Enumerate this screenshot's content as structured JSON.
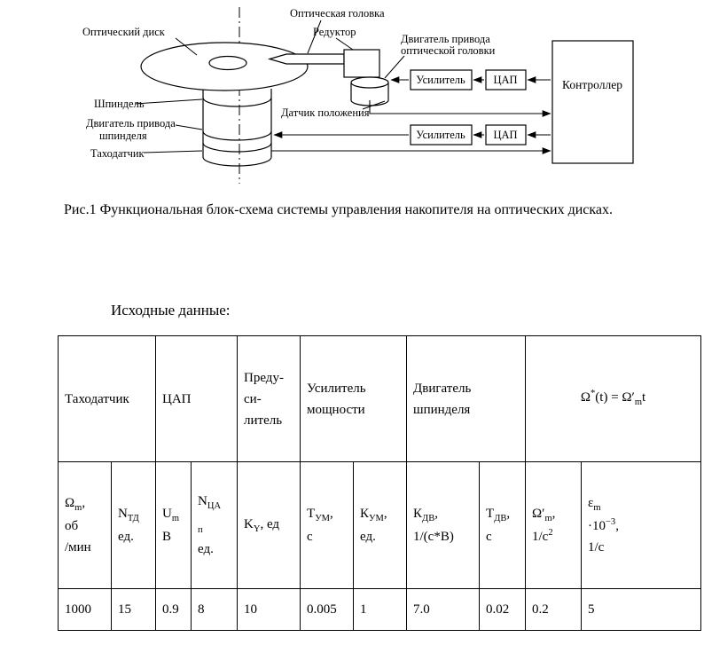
{
  "figure": {
    "caption": "Рис.1 Функциональная блок-схема системы управления накопителя на оптических дисках.",
    "labels": {
      "optical_head": "Оптическая головка",
      "optical_disk": "Оптический диск",
      "reducer": "Редуктор",
      "head_motor_1": "Двигатель привода",
      "head_motor_2": "оптической головки",
      "position_sensor": "Датчик положения",
      "spindle": "Шпиндель",
      "spindle_motor_1": "Двигатель привода",
      "spindle_motor_2": "шпинделя",
      "tachometer": "Таходатчик",
      "amplifier": "Усилитель",
      "dac": "ЦАП",
      "controller": "Контроллер"
    }
  },
  "section_heading": "Исходные данные:",
  "table": {
    "group_headers": {
      "tachometer": "Таходатчик",
      "dac": "ЦАП",
      "preamp": "Преду-<br>си-<br>литель",
      "power_amp": "Усилитель<br>мощности",
      "spindle_motor": "Двигатель<br>шпинделя",
      "formula": "Ω<sup>*</sup>(t) = Ω′<sub>m</sub>t"
    },
    "column_headers": [
      "Ω<sub>m</sub>,<br>об<br>/мин",
      "N<sub>ТД</sub><br>ед.",
      "U<sub>m</sub><br>В",
      "N<sub>ЦА</sub><br><sub>п</sub><br>ед.",
      "K<sub>Y</sub>, ед",
      "Т<sub>УМ</sub>,<br>с",
      "К<sub>УМ</sub>,<br>ед.",
      "К<sub>ДВ</sub>,<br>1/(с*В)",
      "Т<sub>ДВ</sub>,<br>с",
      "Ω′<sub>m</sub>,<br>1/с<sup>2</sup>",
      "ε<sub>m</sub><br>·10<sup>−3</sup>,<br>1/с"
    ],
    "values": [
      "1000",
      "15",
      "0.9",
      "8",
      "10",
      "0.005",
      "1",
      "7.0",
      "0.02",
      "0.2",
      "5"
    ]
  }
}
